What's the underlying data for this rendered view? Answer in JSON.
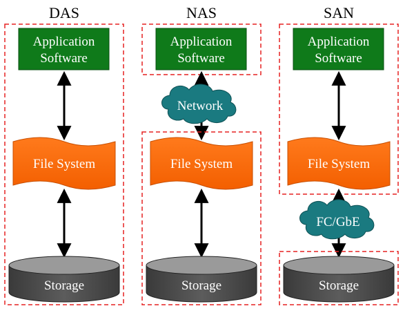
{
  "columns": [
    {
      "title": "DAS",
      "app_line1": "Application",
      "app_line2": "Software",
      "fs": "File System",
      "storage": "Storage"
    },
    {
      "title": "NAS",
      "app_line1": "Application",
      "app_line2": "Software",
      "cloud": "Network",
      "fs": "File System",
      "storage": "Storage"
    },
    {
      "title": "SAN",
      "app_line1": "Application",
      "app_line2": "Software",
      "fs": "File System",
      "cloud": "FC/GbE",
      "storage": "Storage"
    }
  ],
  "colors": {
    "app_fill": "#0f7a1a",
    "fs_fill": "#fb6a09",
    "cloud_fill": "#1a7a80",
    "storage_fill": "#4a4a4a",
    "storage_top": "#9a9a9a",
    "dash": "#e52020"
  }
}
